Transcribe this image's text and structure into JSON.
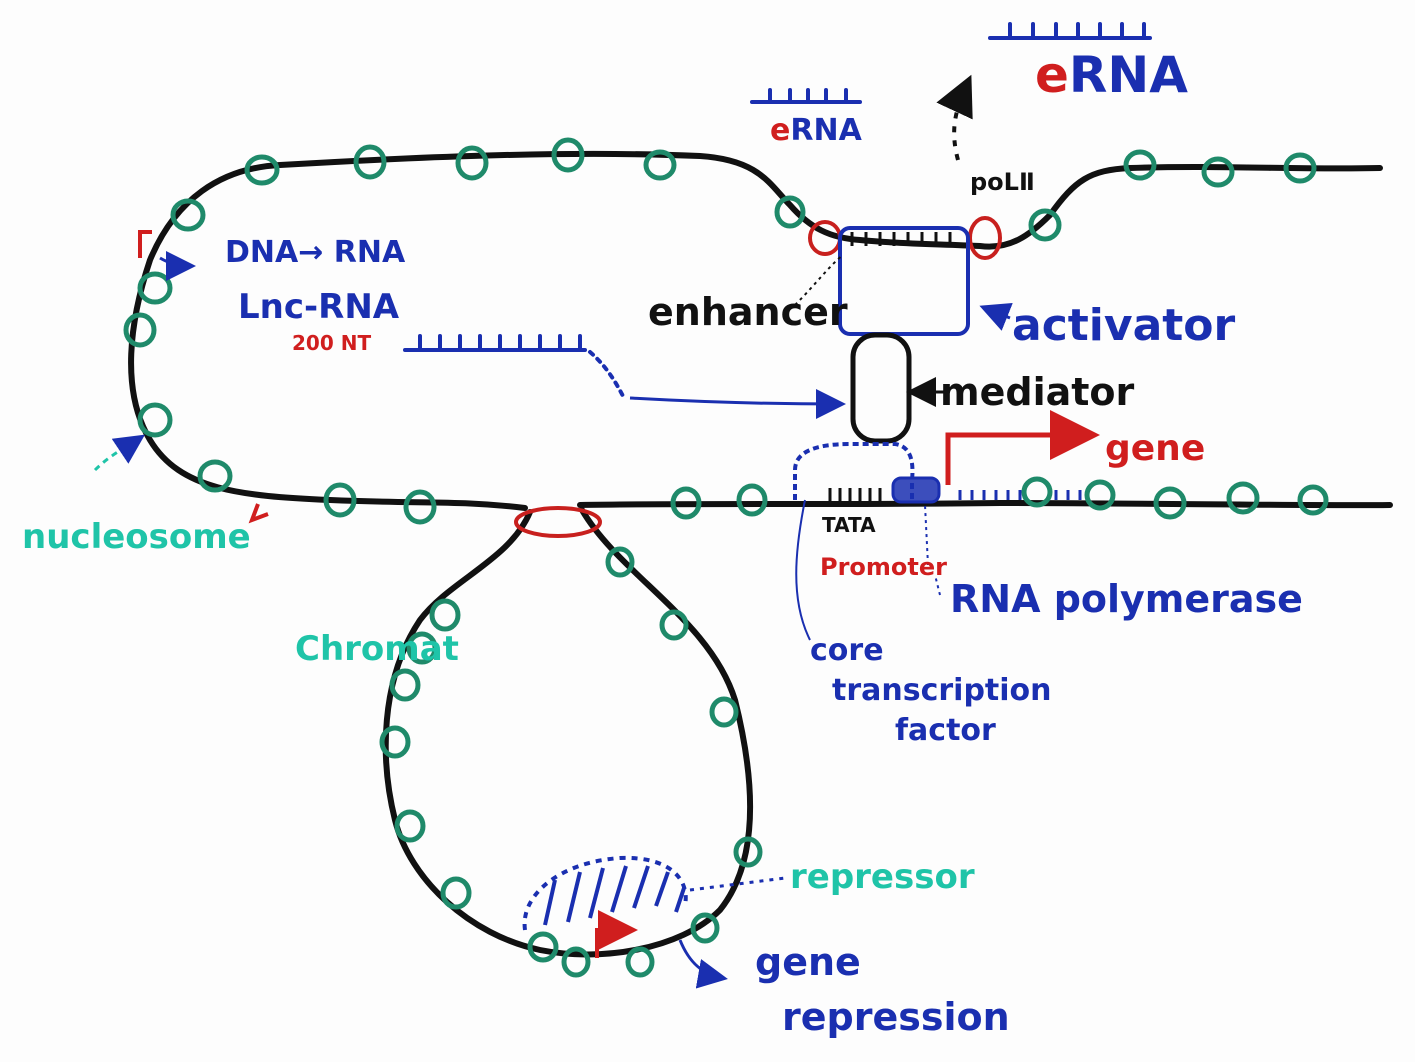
{
  "labels": {
    "erna_small": {
      "e": "e",
      "rest": "RNA"
    },
    "erna_big": {
      "e": "e",
      "rest": "RNA"
    },
    "pol": "poLⅡ",
    "dna_rna": "DNA→ RNA",
    "lnc_rna": "Lnc-RNA",
    "nt_200": "200 NT",
    "enhancer": "enhancer",
    "activator": "activator",
    "mediator": "mediator",
    "gene_top": "gene",
    "tata": "TATA",
    "promoter": "Promoter",
    "rna_polymerase": "RNA polymerase",
    "core_tf_1": "core",
    "core_tf_2": "transcription",
    "core_tf_3": "factor",
    "nucleosome": "nucleosome",
    "chromatin": "Chromat",
    "repressor": "repressor",
    "gene_repression_1": "gene",
    "gene_repression_2": "repression"
  },
  "colors": {
    "dna": "#111111",
    "nucleosome": "#1f8a6a",
    "label_teal": "#1fc4a8",
    "protein_blue": "#1a2fb0",
    "red": "#d01e1e"
  }
}
